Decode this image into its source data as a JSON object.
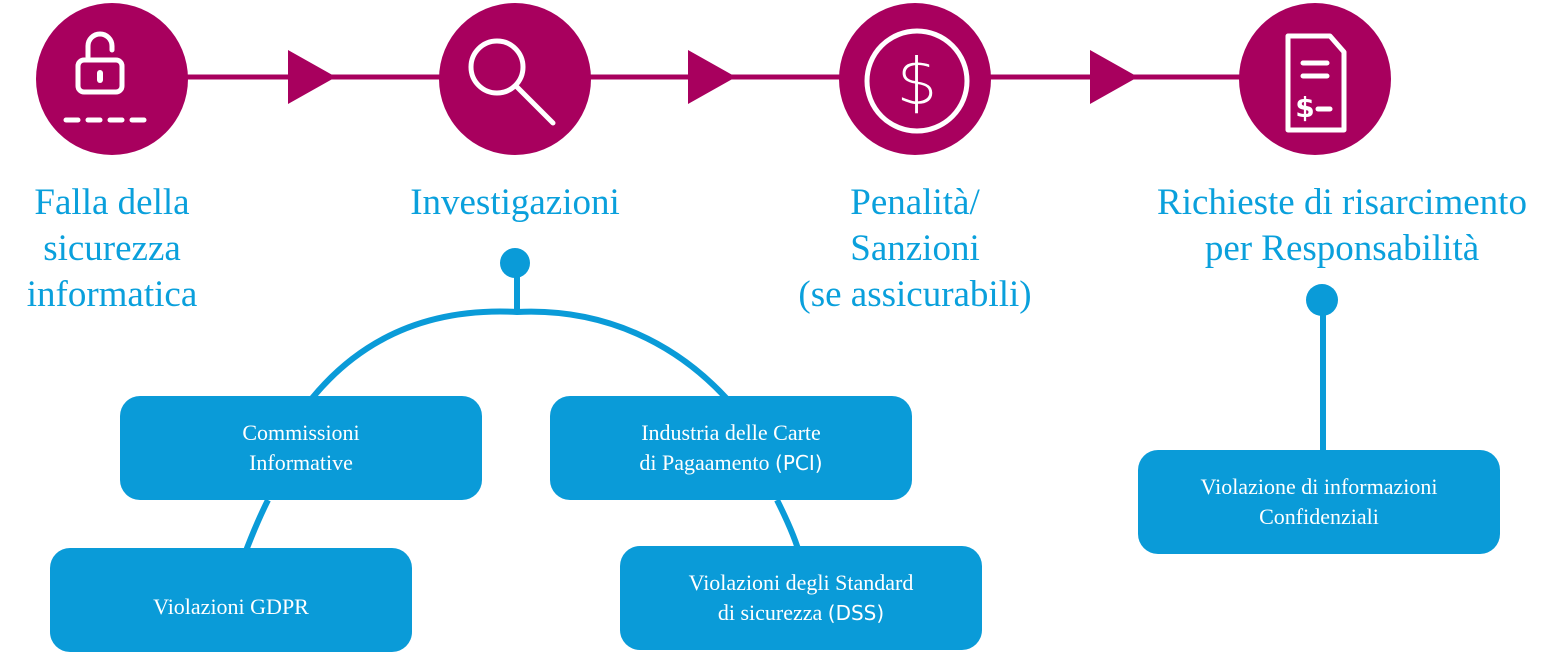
{
  "header": {
    "clipped_title": ""
  },
  "colors": {
    "magenta": "#a8005e",
    "blue": "#0a9bd8",
    "label_blue": "#0aa0dc"
  },
  "steps": [
    {
      "icon": "unlocked-padlock-icon",
      "label_lines": [
        "Falla della",
        "sicurezza",
        "informatica"
      ]
    },
    {
      "icon": "magnifier-icon",
      "label": "Investigazioni"
    },
    {
      "icon": "dollar-icon",
      "label_lines": [
        "Penalità/",
        "Sanzioni",
        "(se assicurabili)"
      ]
    },
    {
      "icon": "invoice-document-icon",
      "label_lines": [
        "Richieste di risarcimento",
        "per Responsabilità"
      ]
    }
  ],
  "boxes": {
    "commissioni": {
      "line1": "Commissioni",
      "line2": "Informative"
    },
    "pci": {
      "line1": "Industria delle Carte",
      "line2a": "di Pagaamento ",
      "line2b": "(PCI)"
    },
    "gdpr": {
      "line1": "Violazioni GDPR"
    },
    "dss": {
      "line1": "Violazioni degli Standard",
      "line2a": "di sicurezza ",
      "line2b": "(DSS)"
    },
    "confidenziali": {
      "line1": "Violazione di informazioni",
      "line2": "Confidenziali"
    }
  }
}
